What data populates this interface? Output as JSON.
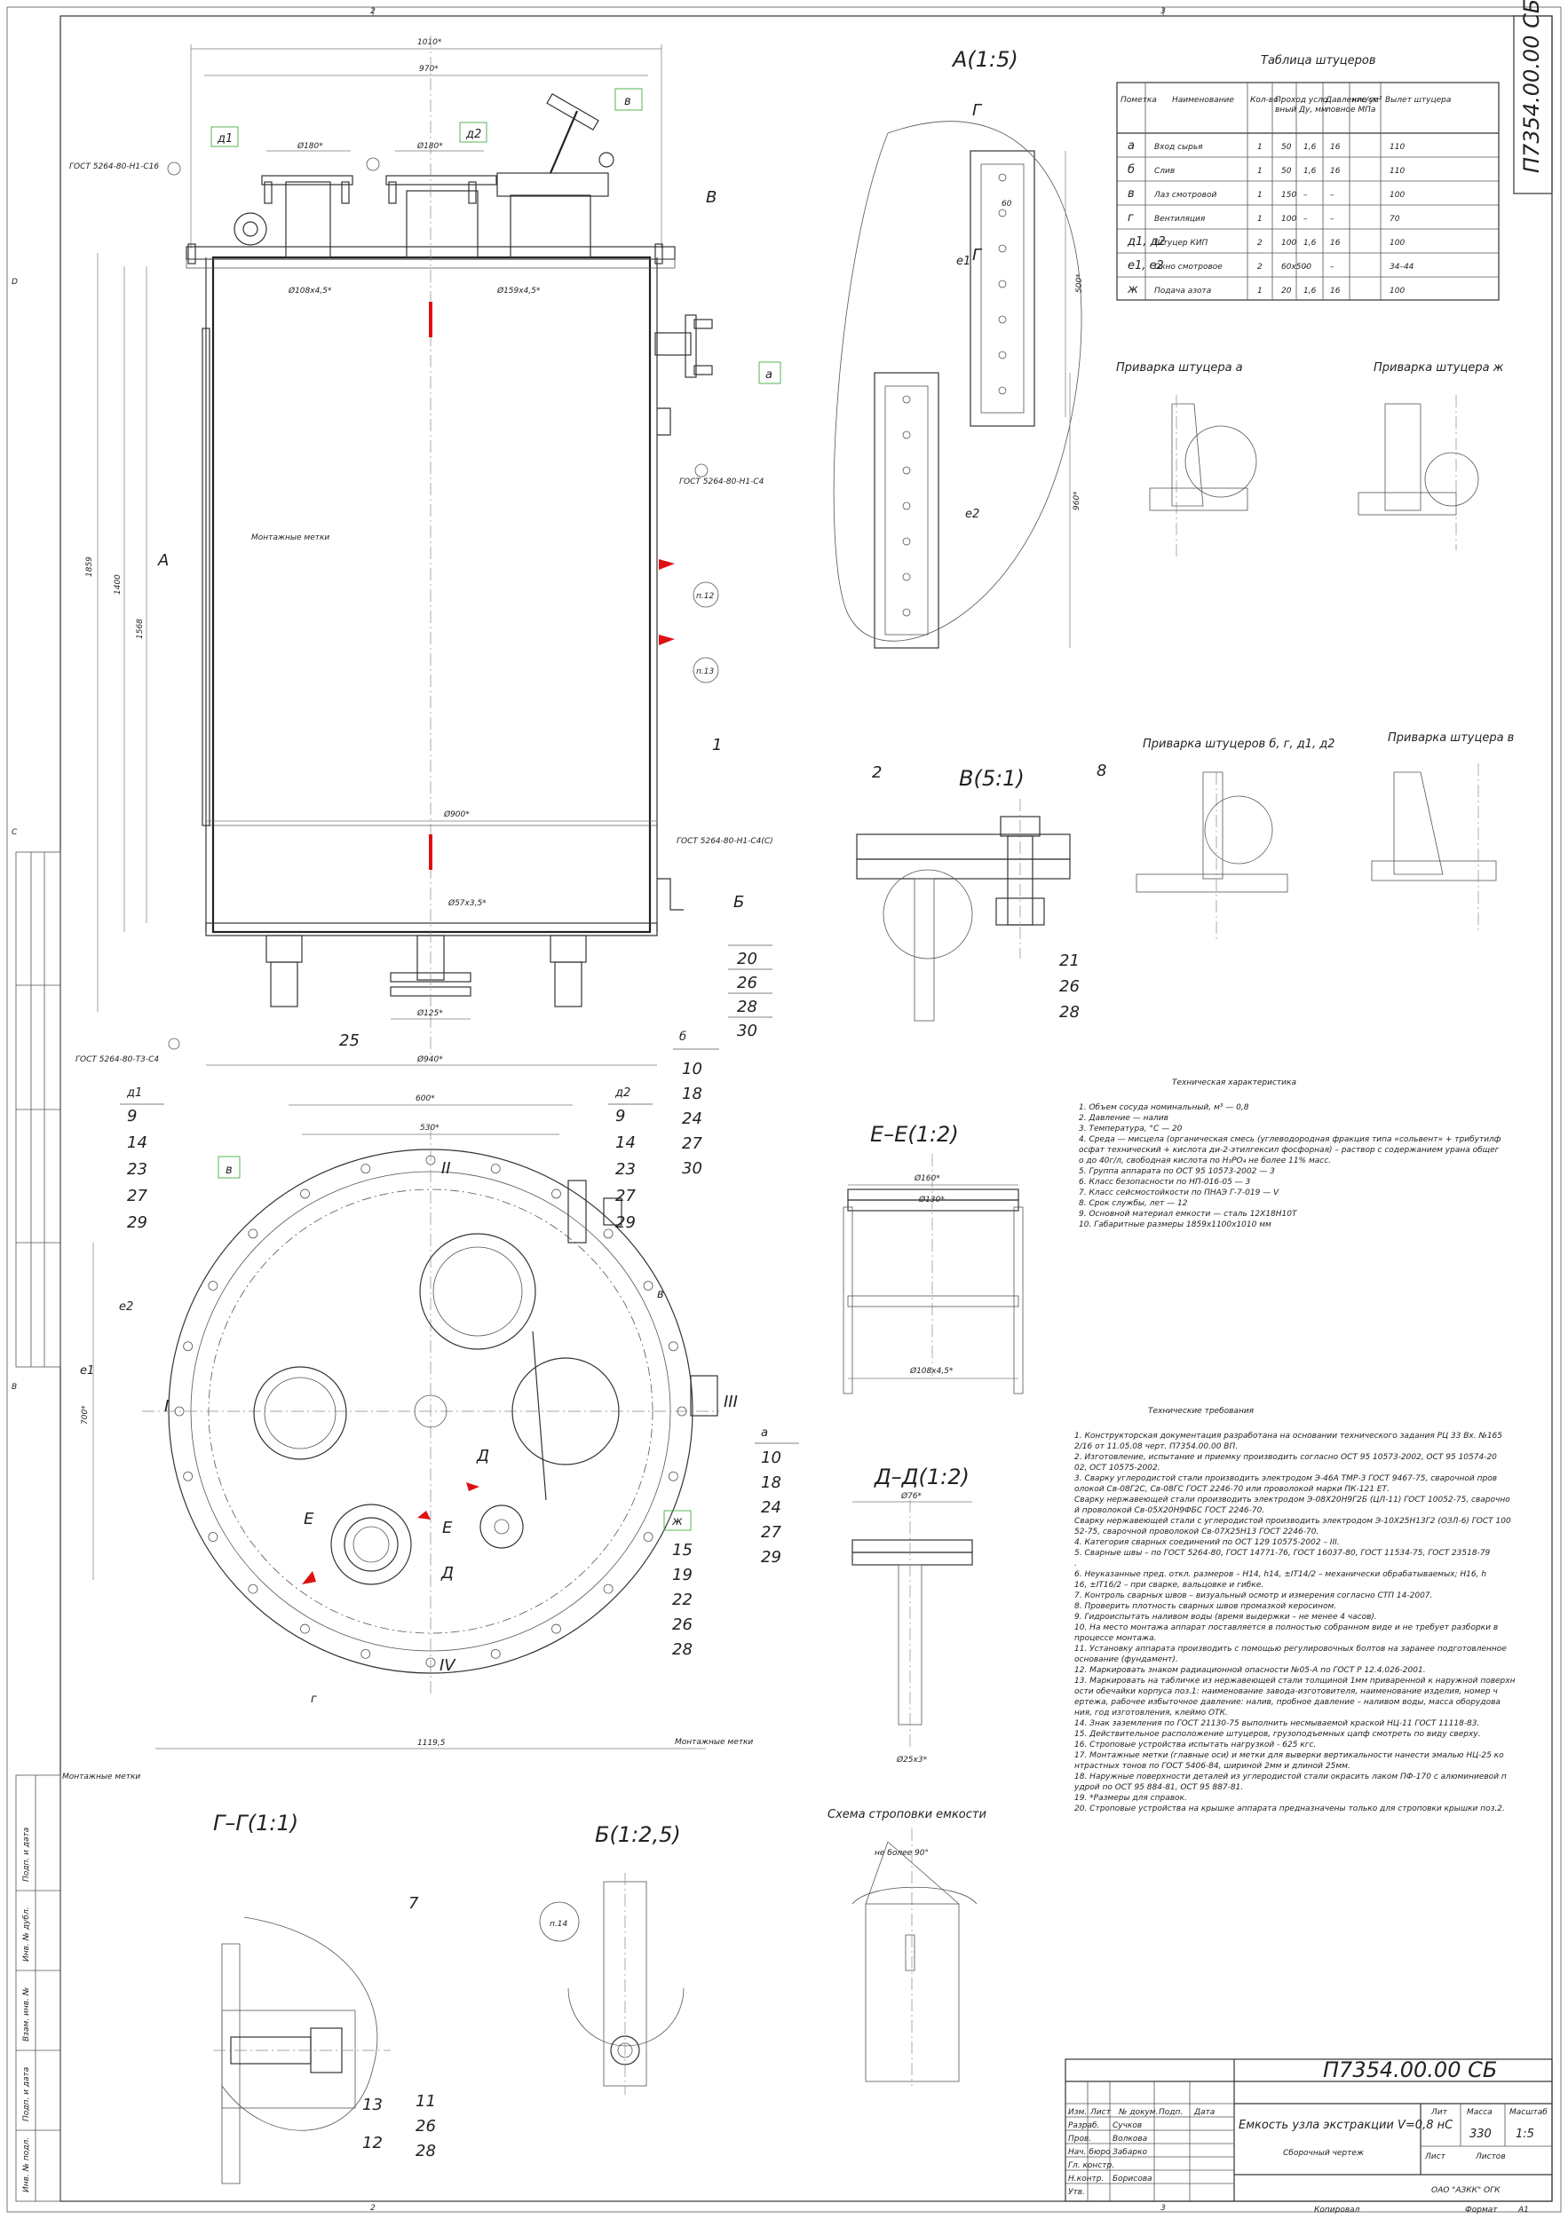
{
  "title_block": {
    "doc_number": "П7354.00.00 СБ",
    "doc_number_side": "П7354.00.00 СБ",
    "product_name": "Емкость узла экстракции V=0,8 нС",
    "doc_type": "Сборочный чертеж",
    "mass": "330",
    "scale": "1:5",
    "company": "ОАО \"АЗКК\" ОГК",
    "sheet_label": "Лист",
    "sheets_label": "Листов",
    "lit_label": "Лит",
    "mass_label": "Масса",
    "scale_label": "Масштаб",
    "copied_label": "Копировал",
    "format_label": "Формат",
    "format_value": "А1",
    "rows": [
      {
        "role": "Разраб.",
        "name": "Сучков"
      },
      {
        "role": "Пров.",
        "name": "Волкова"
      },
      {
        "role": "Нач. бюро",
        "name": "Забарко"
      },
      {
        "role": "Гл. констр.",
        "name": ""
      },
      {
        "role": "Н.контр.",
        "name": "Борисова"
      },
      {
        "role": "Утв.",
        "name": ""
      }
    ],
    "header_cells": [
      "Изм.",
      "Лист",
      "№ докум.",
      "Подп.",
      "Дата"
    ]
  },
  "views": {
    "view_a": "А(1:5)",
    "view_v": "В(5:1)",
    "view_ee": "Е–Е(1:2)",
    "view_dd": "Д–Д(1:2)",
    "view_gg": "Г–Г(1:1)",
    "view_b": "Б(1:2,5)",
    "sling_scheme": "Схема строповки емкости",
    "sling_angle": "не более 90°"
  },
  "nozzle_table": {
    "title": "Таблица штуцеров",
    "headers": [
      "Пометка",
      "Наименование",
      "Кол-во",
      "Проход условный Ду, мм",
      "Давление условное МПа",
      "кгс/см²",
      "Вылет штуцера"
    ],
    "rows": [
      [
        "а",
        "Вход сырья",
        "1",
        "50",
        "1,6",
        "16",
        "110"
      ],
      [
        "б",
        "Слив",
        "1",
        "50",
        "1,6",
        "16",
        "110"
      ],
      [
        "в",
        "Лаз смотровой",
        "1",
        "150",
        "–",
        "–",
        "100"
      ],
      [
        "г",
        "Вентиляция",
        "1",
        "100",
        "–",
        "–",
        "70"
      ],
      [
        "д1, д2",
        "Штуцер КИП",
        "2",
        "100",
        "1,6",
        "16",
        "100"
      ],
      [
        "е1, е2",
        "Окно смотровое",
        "2",
        "60х500",
        "–",
        "–",
        "34–44"
      ],
      [
        "ж",
        "Подача азота",
        "1",
        "20",
        "1,6",
        "16",
        "100"
      ]
    ]
  },
  "weld_titles": {
    "weld_a": "Приварка штуцера а",
    "weld_zh": "Приварка штуцера ж",
    "weld_bgd": "Приварка штуцеров б, г, д1, д2",
    "weld_v": "Приварка штуцера в"
  },
  "tech_characteristics": {
    "title": "Техническая характеристика",
    "lines": [
      "1. Объем сосуда номинальный, м³ — 0,8",
      "2. Давление — налив",
      "3. Температура, °С — 20",
      "4. Среда — мисцела (органическая смесь (углеводородная фракция типа «сольвент» + трибутилфосфат технический + кислота ди-2-этилгексил фосфорная) – раствор с содержанием урана общего до 40г/л, свободная кислота по Н₃РО₄ не более 11% масс.",
      "5. Группа аппарата по ОСТ 95 10573-2002 — 3",
      "6. Класс безопасности по НП-016-05 — 3",
      "7. Класс сейсмостойкости по ПНАЭ Г-7-019 — V",
      "8. Срок службы, лет — 12",
      "9. Основной материал емкости — сталь 12Х18Н10Т",
      "10. Габаритные размеры 1859х1100х1010 мм"
    ]
  },
  "tech_requirements": {
    "title": "Технические требования",
    "lines": [
      "1. Конструкторская документация разработана на основании технического задания РЦ 33 Вх. №1652/16 от 11.05.08 черт. П7354.00.00 ВП.",
      "2. Изготовление, испытание и приемку производить согласно ОСТ 95 10573-2002, ОСТ 95 10574-2002, ОСТ 10575-2002.",
      "3. Сварку углеродистой стали производить электродом Э-46А ТМР-3 ГОСТ 9467-75, сварочной проволокой Св-08Г2С, Св-08ГС ГОСТ 2246-70 или проволокой марки ПК-121 ЕТ.",
      "Сварку нержавеющей стали производить электродом Э-08Х20Н9Г2Б (ЦЛ-11) ГОСТ 10052-75, сварочной проволокой Св-05Х20Н9ФБС ГОСТ 2246-70.",
      "Сварку нержавеющей стали с углеродистой производить электродом Э-10Х25Н13Г2 (ОЗЛ-6) ГОСТ 10052-75, сварочной проволокой Св-07Х25Н13 ГОСТ 2246-70.",
      "4. Категория сварных соединений по ОСТ 129 10575-2002 – III.",
      "5. Сварные швы – по ГОСТ 5264-80, ГОСТ 14771-76, ГОСТ 16037-80, ГОСТ 11534-75, ГОСТ 23518-79.",
      "6. Неуказанные пред. откл. размеров – Н14, h14, ±IT14/2 – механически обрабатываемых; Н16, h16, ±IT16/2 – при сварке, вальцовке и гибке.",
      "7. Контроль сварных швов – визуальный осмотр и измерения согласно СТП 14-2007.",
      "8. Проверить плотность сварных швов промазкой керосином.",
      "9. Гидроиспытать наливом воды (время выдержки – не менее 4 часов).",
      "10. На место монтажа аппарат поставляется в полностью собранном виде и не требует разборки в процессе монтажа.",
      "11. Установку аппарата производить с помощью регулировочных болтов на заранее подготовленное основание (фундамент).",
      "12. Маркировать знаком радиационной опасности №05-А по ГОСТ Р 12.4.026-2001.",
      "13. Маркировать на табличке из нержавеющей стали толщиной 1мм приваренной к наружной поверхности обечайки корпуса поз.1: наименование завода-изготовителя, наименование изделия, номер чертежа, рабочее избыточное давление: налив, пробное давление – наливом воды, масса оборудования, год изготовления, клеймо ОТК.",
      "14. Знак заземления по ГОСТ 21130-75 выполнить несмываемой краской НЦ-11 ГОСТ 11118-83.",
      "15. Действительное расположение штуцеров, грузоподъемных цапф смотреть по виду сверху.",
      "16. Строповые устройства испытать нагрузкой - 625 кгс.",
      "17. Монтажные метки (главные оси) и метки для выверки вертикальности нанести эмалью НЦ-25 контрастных тонов по ГОСТ 5406-84, шириной 2мм и длиной 25мм.",
      "18. Наружные поверхности деталей из углеродистой стали окрасить лаком ПФ-170 с алюминиевой пудрой по ОСТ 95 884-81, ОСТ 95 887-81.",
      "19. *Размеры для справок.",
      "20. Строповые устройства на крышке аппарата предназначены только для строповки крышки поз.2."
    ]
  },
  "labels": {
    "mount_marks": "Монтажные метки",
    "gost_top": "ГОСТ 5264-80-Н1-С16",
    "gost_right": "ГОСТ 5264-80-Н1-С4",
    "gost_right2": "ГОСТ 5264-80-Н1-С4(С)",
    "gost_bottom": "ГОСТ 5264-80-Т3-С4",
    "nozzle_a": "а",
    "nozzle_b": "б",
    "nozzle_v": "в",
    "nozzle_g": "г",
    "nozzle_d1": "д1",
    "nozzle_d2": "д2",
    "nozzle_e1": "е1",
    "nozzle_e2": "е2",
    "nozzle_zh": "ж",
    "sec_A": "А",
    "sec_B": "Б",
    "sec_V": "В",
    "sec_G": "Г",
    "sec_D": "Д",
    "sec_E": "Е",
    "pos_1": "1",
    "pos_2": "2",
    "pos_7": "7",
    "pos_8": "8",
    "pos_25": "25",
    "p12": "п.12",
    "p13": "п.13",
    "p14": "п.14",
    "roman_I": "I",
    "roman_II": "II",
    "roman_III": "III",
    "roman_IV": "IV"
  },
  "pos_lists": {
    "list_bottom_right": [
      "20",
      "26",
      "28",
      "30"
    ],
    "list_b": [
      "10",
      "18",
      "24",
      "27",
      "30"
    ],
    "list_d1": [
      "9",
      "14",
      "23",
      "27",
      "29"
    ],
    "list_d2": [
      "9",
      "14",
      "23",
      "27",
      "29"
    ],
    "list_a": [
      "10",
      "18",
      "24",
      "27",
      "29"
    ],
    "list_zh": [
      "15",
      "19",
      "22",
      "26",
      "28"
    ],
    "list_v": [
      "21",
      "26",
      "28"
    ],
    "list_gg": [
      "11",
      "26",
      "28"
    ],
    "list_gg_13": "13",
    "list_gg_12": "12"
  },
  "dimensions": {
    "d1010": "1010*",
    "d970": "970*",
    "d180a": "Ø180*",
    "d180b": "Ø180*",
    "d1859": "1859",
    "d1400": "1400",
    "d1568": "1568",
    "d900": "Ø900*",
    "d940": "Ø940*",
    "d125": "Ø125*",
    "d600": "600*",
    "d530": "530*",
    "d1195": "1119,5",
    "d700": "700*",
    "d108": "Ø108х4,5*",
    "d159": "Ø159х4,5*",
    "d57": "Ø57х3,5*",
    "d160": "Ø160*",
    "d130": "Ø130*",
    "d76": "Ø76*",
    "d25": "Ø25х3*",
    "d500": "500*",
    "d960": "960*",
    "d60": "60"
  },
  "side_stamp": {
    "inv_podl": "Инв. № подл.",
    "podp_data": "Подп. и дата",
    "vzam_inv": "Взам. инв. №",
    "inv_dubl": "Инв. № дубл.",
    "podp_data2": "Подп. и дата"
  },
  "frame": {
    "zone_marks_top": [
      "2",
      "3"
    ],
    "zone_marks_bottom": [
      "2",
      "3"
    ],
    "zone_marks_side": [
      "D",
      "C",
      "B"
    ]
  }
}
